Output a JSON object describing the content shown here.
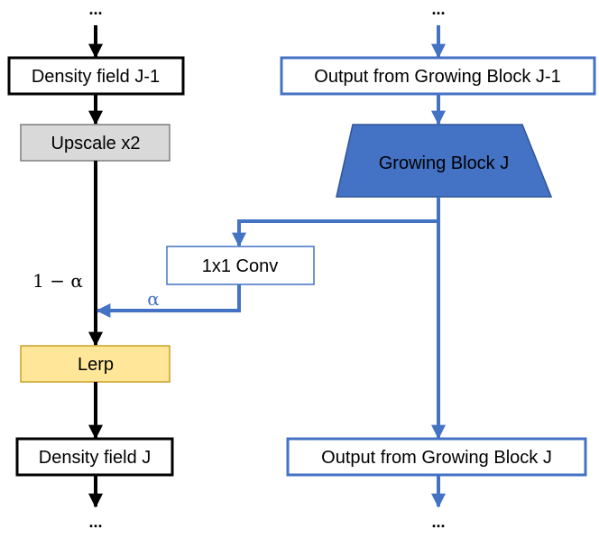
{
  "colors": {
    "black": "#000000",
    "blue": "#4472c4",
    "trap_fill": "#4472c4",
    "trap_stroke": "#2f5597",
    "upscale_fill": "#d9d9d9",
    "lerp_fill": "#ffe699",
    "lerp_stroke": "#c9a227"
  },
  "left_column": {
    "top_dots": "...",
    "density_prev": "Density field J-1",
    "upscale": "Upscale x2",
    "one_minus_alpha": "1 − α",
    "lerp": "Lerp",
    "density_j": "Density field J",
    "bottom_dots": "..."
  },
  "right_column": {
    "top_dots": "...",
    "output_prev": "Output from Growing Block J-1",
    "growing_block": "Growing Block J",
    "conv": "1x1 Conv",
    "alpha": "α",
    "output_j": "Output from Growing Block J",
    "bottom_dots": "..."
  }
}
